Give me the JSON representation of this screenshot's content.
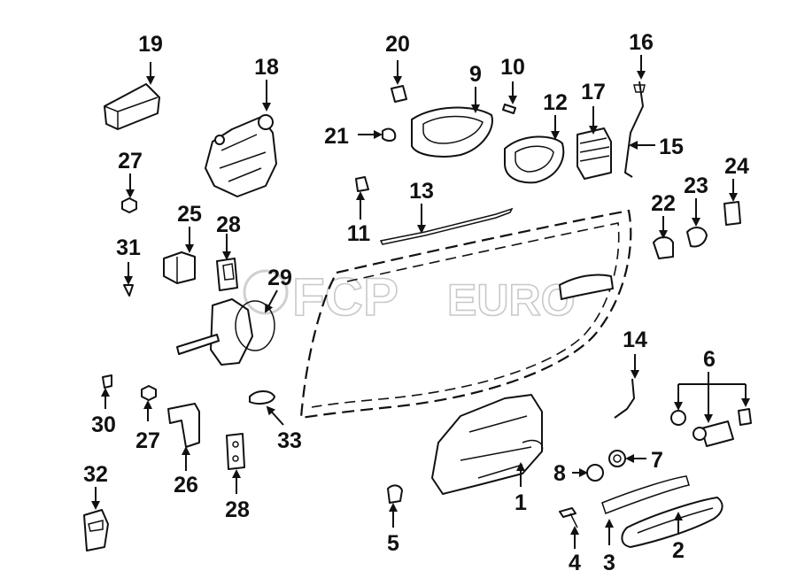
{
  "watermark": {
    "brand_a": "FCP",
    "brand_b": "EURO"
  },
  "callouts": {
    "c1": "1",
    "c2": "2",
    "c3": "3",
    "c4": "4",
    "c5": "5",
    "c6": "6",
    "c7": "7",
    "c8": "8",
    "c9": "9",
    "c10": "10",
    "c11": "11",
    "c12": "12",
    "c13": "13",
    "c14": "14",
    "c15": "15",
    "c16": "16",
    "c17": "17",
    "c18": "18",
    "c19": "19",
    "c20": "20",
    "c21": "21",
    "c22": "22",
    "c23": "23",
    "c24": "24",
    "c25": "25",
    "c26": "26",
    "c27a": "27",
    "c27b": "27",
    "c28a": "28",
    "c28b": "28",
    "c29": "29",
    "c30": "30",
    "c31": "31",
    "c32": "32",
    "c33": "33"
  }
}
